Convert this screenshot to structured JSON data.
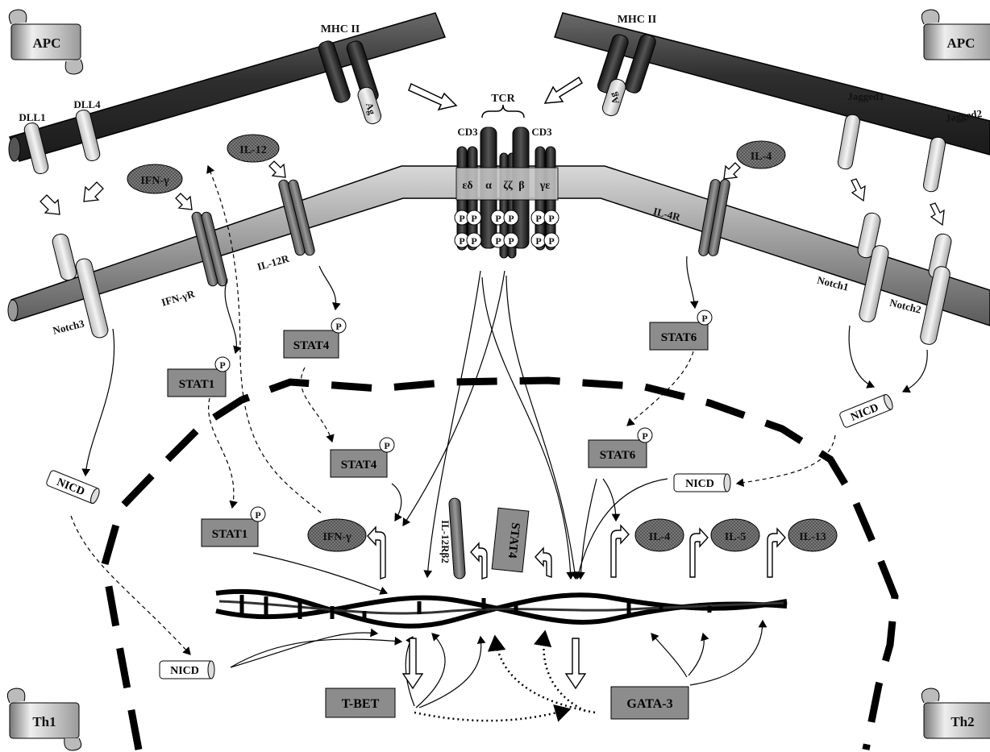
{
  "scrolls": {
    "apc_left": "APC",
    "apc_right": "APC",
    "th1": "Th1",
    "th2": "Th2"
  },
  "receptors": {
    "mhc_left": "MHC II",
    "mhc_right": "MHC II",
    "ag_left": "Ag",
    "ag_right": "Ag",
    "tcr": "TCR",
    "cd3_left": "CD3",
    "cd3_right": "CD3",
    "chain_ed": "εδ",
    "chain_a": "α",
    "chain_zz": "ζζ",
    "chain_b": "β",
    "chain_ge": "γε",
    "phospho": "P"
  },
  "ligands": {
    "dll1": "DLL1",
    "dll4": "DLL4",
    "jagged1": "Jagged1",
    "jagged2": "Jagged2"
  },
  "cytokines": {
    "il12": "IL-12",
    "ifng": "IFN-γ",
    "il4": "IL-4",
    "il5": "IL-5",
    "il13": "IL-13"
  },
  "membrane_receptors": {
    "ifngr": "IFN-γR",
    "il12r": "IL-12R",
    "il4r": "IL-4R",
    "notch1": "Notch1",
    "notch2": "Notch2",
    "notch3": "Notch3"
  },
  "signals": {
    "stat1": "STAT1",
    "stat4": "STAT4",
    "stat6": "STAT6",
    "nicd": "NICD",
    "il12rb2": "IL-12Rβ2",
    "tbet": "T-BET",
    "gata3": "GATA-3"
  },
  "colors": {
    "box_fill": "#8c8c8c",
    "membrane_dark": "#3a3a3a",
    "membrane_light": "#9a9a9a"
  }
}
